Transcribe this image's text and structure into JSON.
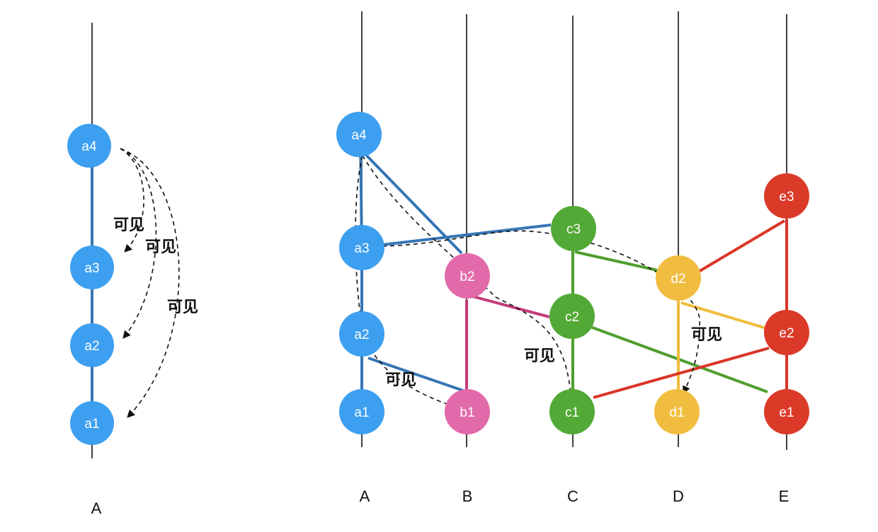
{
  "colors": {
    "A": "#3d9ff0",
    "B": "#e26aaa",
    "C": "#52a935",
    "D": "#f1bd40",
    "E": "#db3a29",
    "edge_A": "#3676b4",
    "edge_B": "#c43a7b",
    "edge_C": "#4f9e2d",
    "edge_D": "#f0bb3c",
    "edge_E": "#da3527"
  },
  "visible_label": "可见",
  "left_diagram": {
    "column_label": "A",
    "nodes": [
      {
        "id": "a4",
        "label": "a4",
        "group": "A"
      },
      {
        "id": "a3",
        "label": "a3",
        "group": "A"
      },
      {
        "id": "a2",
        "label": "a2",
        "group": "A"
      },
      {
        "id": "a1",
        "label": "a1",
        "group": "A"
      }
    ],
    "edges": [
      {
        "from": "a4",
        "to": "a3"
      },
      {
        "from": "a3",
        "to": "a2"
      },
      {
        "from": "a2",
        "to": "a1"
      }
    ],
    "visibility_arrows": [
      {
        "from": "a4",
        "to": "a3",
        "label": "可见"
      },
      {
        "from": "a4",
        "to": "a2",
        "label": "可见"
      },
      {
        "from": "a4",
        "to": "a1",
        "label": "可见"
      }
    ]
  },
  "right_diagram": {
    "column_labels": [
      "A",
      "B",
      "C",
      "D",
      "E"
    ],
    "nodes": [
      {
        "id": "a4",
        "label": "a4",
        "group": "A"
      },
      {
        "id": "a3",
        "label": "a3",
        "group": "A"
      },
      {
        "id": "a2",
        "label": "a2",
        "group": "A"
      },
      {
        "id": "a1",
        "label": "a1",
        "group": "A"
      },
      {
        "id": "b2",
        "label": "b2",
        "group": "B"
      },
      {
        "id": "b1",
        "label": "b1",
        "group": "B"
      },
      {
        "id": "c3",
        "label": "c3",
        "group": "C"
      },
      {
        "id": "c2",
        "label": "c2",
        "group": "C"
      },
      {
        "id": "c1",
        "label": "c1",
        "group": "C"
      },
      {
        "id": "d2",
        "label": "d2",
        "group": "D"
      },
      {
        "id": "d1",
        "label": "d1",
        "group": "D"
      },
      {
        "id": "e3",
        "label": "e3",
        "group": "E"
      },
      {
        "id": "e2",
        "label": "e2",
        "group": "E"
      },
      {
        "id": "e1",
        "label": "e1",
        "group": "E"
      }
    ],
    "edges": [
      {
        "from": "a4",
        "to": "a3",
        "color": "edge_A"
      },
      {
        "from": "a3",
        "to": "a2",
        "color": "edge_A"
      },
      {
        "from": "a2",
        "to": "a1",
        "color": "edge_A"
      },
      {
        "from": "a4",
        "to": "b2",
        "color": "edge_A"
      },
      {
        "from": "a3",
        "to": "c3",
        "color": "edge_A"
      },
      {
        "from": "a2",
        "to": "b1",
        "color": "edge_A"
      },
      {
        "from": "b2",
        "to": "b1",
        "color": "edge_B"
      },
      {
        "from": "b2",
        "to": "c2",
        "color": "edge_B"
      },
      {
        "from": "c3",
        "to": "c2",
        "color": "edge_C"
      },
      {
        "from": "c2",
        "to": "c1",
        "color": "edge_C"
      },
      {
        "from": "c3",
        "to": "d2",
        "color": "edge_C"
      },
      {
        "from": "c2",
        "to": "e1",
        "color": "edge_C"
      },
      {
        "from": "d2",
        "to": "d1",
        "color": "edge_D"
      },
      {
        "from": "d2",
        "to": "e2",
        "color": "edge_D"
      },
      {
        "from": "e3",
        "to": "e2",
        "color": "edge_E"
      },
      {
        "from": "e2",
        "to": "e1",
        "color": "edge_E"
      },
      {
        "from": "e3",
        "to": "d2",
        "color": "edge_E"
      },
      {
        "from": "e2",
        "to": "c1",
        "color": "edge_E"
      }
    ],
    "visibility_arrows": [
      {
        "from": "a2",
        "to": "b1",
        "label": "可见"
      },
      {
        "from": "a4",
        "to": "c1",
        "label": "可见"
      },
      {
        "from": "a3",
        "to": "d1",
        "label": "可见"
      }
    ]
  }
}
